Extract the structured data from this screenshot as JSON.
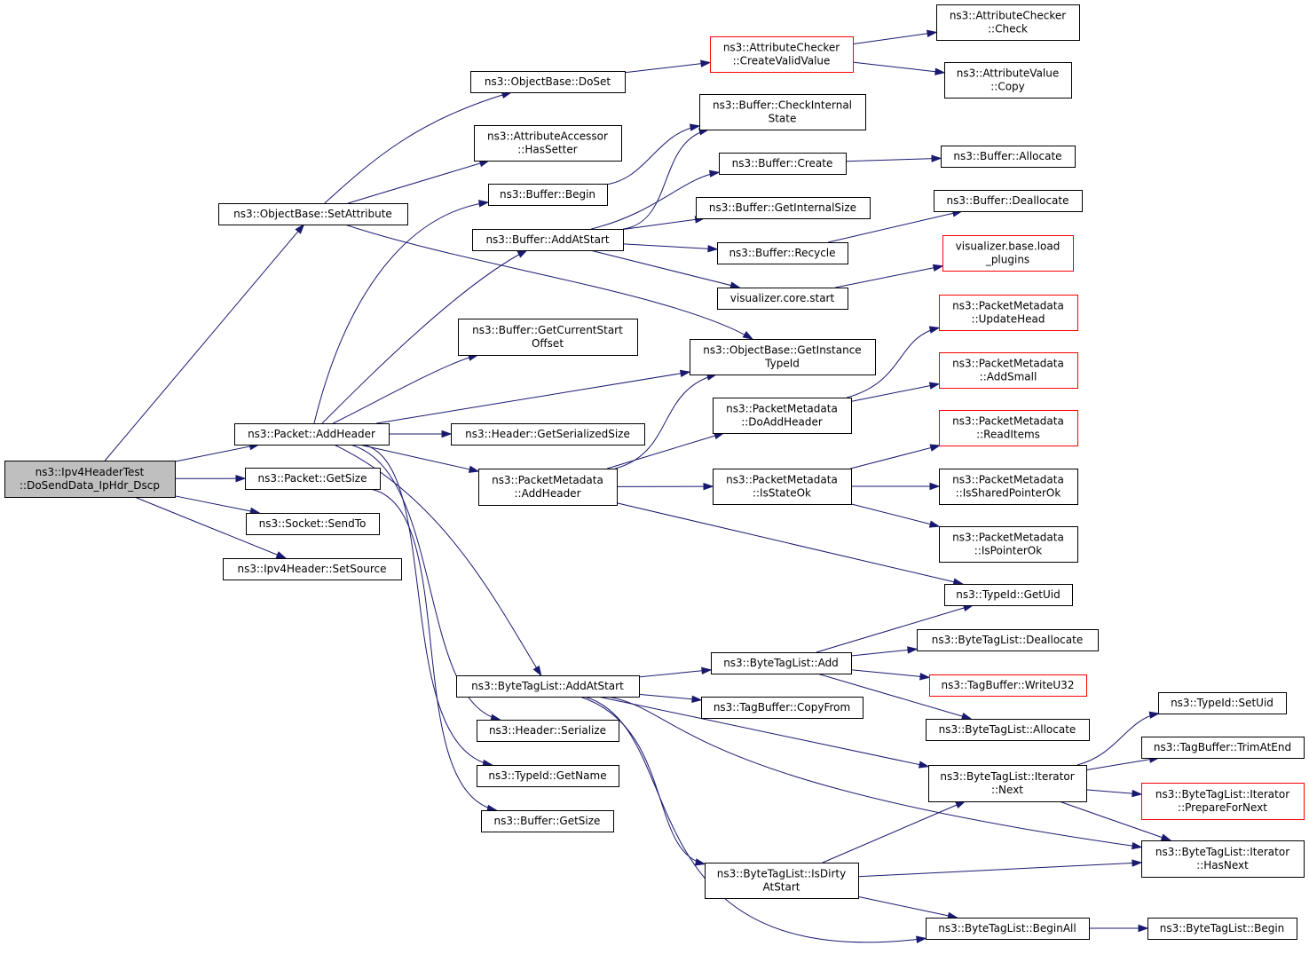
{
  "colors": {
    "edge": "#191970",
    "box_border": "#000000",
    "box_border_incomplete": "#ff0000",
    "root_fill": "#bfbfbf",
    "background": "#ffffff"
  },
  "nodes": {
    "root": {
      "lines": [
        "ns3::Ipv4HeaderTest",
        "::DoSendData_IpHdr_Dscp"
      ],
      "style": "root"
    },
    "ob_setattr": {
      "lines": [
        "ns3::ObjectBase::SetAttribute"
      ]
    },
    "pkt_addhdr": {
      "lines": [
        "ns3::Packet::AddHeader"
      ]
    },
    "pkt_getsize": {
      "lines": [
        "ns3::Packet::GetSize"
      ]
    },
    "sock_sendto": {
      "lines": [
        "ns3::Socket::SendTo"
      ]
    },
    "ipv4_setsrc": {
      "lines": [
        "ns3::Ipv4Header::SetSource"
      ]
    },
    "ob_doset": {
      "lines": [
        "ns3::ObjectBase::DoSet"
      ]
    },
    "aa_hassetter": {
      "lines": [
        "ns3::AttributeAccessor",
        "::HasSetter"
      ]
    },
    "buf_begin": {
      "lines": [
        "ns3::Buffer::Begin"
      ]
    },
    "buf_addatstart": {
      "lines": [
        "ns3::Buffer::AddAtStart"
      ]
    },
    "buf_getcurstart": {
      "lines": [
        "ns3::Buffer::GetCurrentStart",
        "Offset"
      ]
    },
    "hdr_getsersize": {
      "lines": [
        "ns3::Header::GetSerializedSize"
      ]
    },
    "pm_addheader": {
      "lines": [
        "ns3::PacketMetadata",
        "::AddHeader"
      ]
    },
    "btl_addatstart": {
      "lines": [
        "ns3::ByteTagList::AddAtStart"
      ]
    },
    "hdr_serialize": {
      "lines": [
        "ns3::Header::Serialize"
      ]
    },
    "tid_getname": {
      "lines": [
        "ns3::TypeId::GetName"
      ]
    },
    "buf_getsize": {
      "lines": [
        "ns3::Buffer::GetSize"
      ]
    },
    "ac_createvalid": {
      "lines": [
        "ns3::AttributeChecker",
        "::CreateValidValue"
      ],
      "style": "red"
    },
    "buf_checkinternal": {
      "lines": [
        "ns3::Buffer::CheckInternal",
        "State"
      ]
    },
    "buf_create": {
      "lines": [
        "ns3::Buffer::Create"
      ]
    },
    "buf_getinternalsize": {
      "lines": [
        "ns3::Buffer::GetInternalSize"
      ]
    },
    "buf_recycle": {
      "lines": [
        "ns3::Buffer::Recycle"
      ]
    },
    "vis_corestart": {
      "lines": [
        "visualizer.core.start"
      ]
    },
    "ob_getinstancetid": {
      "lines": [
        "ns3::ObjectBase::GetInstance",
        "TypeId"
      ]
    },
    "pm_doaddheader": {
      "lines": [
        "ns3::PacketMetadata",
        "::DoAddHeader"
      ]
    },
    "pm_isstateok": {
      "lines": [
        "ns3::PacketMetadata",
        "::IsStateOk"
      ]
    },
    "btl_add": {
      "lines": [
        "ns3::ByteTagList::Add"
      ]
    },
    "tb_copyfrom": {
      "lines": [
        "ns3::TagBuffer::CopyFrom"
      ]
    },
    "btl_isdirty": {
      "lines": [
        "ns3::ByteTagList::IsDirty",
        "AtStart"
      ]
    },
    "ac_check": {
      "lines": [
        "ns3::AttributeChecker",
        "::Check"
      ]
    },
    "av_copy": {
      "lines": [
        "ns3::AttributeValue",
        "::Copy"
      ]
    },
    "buf_allocate": {
      "lines": [
        "ns3::Buffer::Allocate"
      ]
    },
    "buf_deallocate": {
      "lines": [
        "ns3::Buffer::Deallocate"
      ]
    },
    "vis_loadplugins": {
      "lines": [
        "visualizer.base.load",
        "_plugins"
      ],
      "style": "red"
    },
    "pm_updatehead": {
      "lines": [
        "ns3::PacketMetadata",
        "::UpdateHead"
      ],
      "style": "red"
    },
    "pm_addsmall": {
      "lines": [
        "ns3::PacketMetadata",
        "::AddSmall"
      ],
      "style": "red"
    },
    "pm_readitems": {
      "lines": [
        "ns3::PacketMetadata",
        "::ReadItems"
      ],
      "style": "red"
    },
    "pm_issharedptrok": {
      "lines": [
        "ns3::PacketMetadata",
        "::IsSharedPointerOk"
      ]
    },
    "pm_isptrok": {
      "lines": [
        "ns3::PacketMetadata",
        "::IsPointerOk"
      ]
    },
    "tid_getuid": {
      "lines": [
        "ns3::TypeId::GetUid"
      ]
    },
    "btl_dealloc": {
      "lines": [
        "ns3::ByteTagList::Deallocate"
      ]
    },
    "tb_writeu32": {
      "lines": [
        "ns3::TagBuffer::WriteU32"
      ],
      "style": "red"
    },
    "btl_allocate": {
      "lines": [
        "ns3::ByteTagList::Allocate"
      ]
    },
    "btl_it_next": {
      "lines": [
        "ns3::ByteTagList::Iterator",
        "::Next"
      ]
    },
    "btl_beginall": {
      "lines": [
        "ns3::ByteTagList::BeginAll"
      ]
    },
    "tid_setuid": {
      "lines": [
        "ns3::TypeId::SetUid"
      ]
    },
    "tb_trimatend": {
      "lines": [
        "ns3::TagBuffer::TrimAtEnd"
      ]
    },
    "btl_it_prepnext": {
      "lines": [
        "ns3::ByteTagList::Iterator",
        "::PrepareForNext"
      ],
      "style": "red"
    },
    "btl_it_hasnext": {
      "lines": [
        "ns3::ByteTagList::Iterator",
        "::HasNext"
      ]
    },
    "btl_begin": {
      "lines": [
        "ns3::ByteTagList::Begin"
      ]
    }
  },
  "edges": [
    [
      "root",
      "ob_setattr"
    ],
    [
      "root",
      "pkt_addhdr"
    ],
    [
      "root",
      "pkt_getsize"
    ],
    [
      "root",
      "sock_sendto"
    ],
    [
      "root",
      "ipv4_setsrc"
    ],
    [
      "ob_setattr",
      "ob_doset"
    ],
    [
      "ob_setattr",
      "aa_hassetter"
    ],
    [
      "ob_setattr",
      "ob_getinstancetid"
    ],
    [
      "pkt_addhdr",
      "buf_begin"
    ],
    [
      "pkt_addhdr",
      "buf_addatstart"
    ],
    [
      "pkt_addhdr",
      "buf_getcurstart"
    ],
    [
      "pkt_addhdr",
      "ob_getinstancetid"
    ],
    [
      "pkt_addhdr",
      "hdr_getsersize"
    ],
    [
      "pkt_addhdr",
      "pm_addheader"
    ],
    [
      "pkt_addhdr",
      "btl_addatstart"
    ],
    [
      "pkt_addhdr",
      "hdr_serialize"
    ],
    [
      "pkt_addhdr",
      "tid_getname"
    ],
    [
      "pkt_getsize",
      "buf_getsize"
    ],
    [
      "ob_doset",
      "ac_createvalid"
    ],
    [
      "ac_createvalid",
      "ac_check"
    ],
    [
      "ac_createvalid",
      "av_copy"
    ],
    [
      "buf_begin",
      "buf_checkinternal"
    ],
    [
      "buf_addatstart",
      "buf_checkinternal"
    ],
    [
      "buf_addatstart",
      "buf_create"
    ],
    [
      "buf_addatstart",
      "buf_getinternalsize"
    ],
    [
      "buf_addatstart",
      "buf_recycle"
    ],
    [
      "buf_addatstart",
      "vis_corestart"
    ],
    [
      "buf_create",
      "buf_allocate"
    ],
    [
      "buf_recycle",
      "buf_deallocate"
    ],
    [
      "vis_corestart",
      "vis_loadplugins"
    ],
    [
      "pm_addheader",
      "ob_getinstancetid"
    ],
    [
      "pm_addheader",
      "pm_doaddheader"
    ],
    [
      "pm_addheader",
      "pm_isstateok"
    ],
    [
      "pm_addheader",
      "tid_getuid"
    ],
    [
      "pm_doaddheader",
      "pm_updatehead"
    ],
    [
      "pm_doaddheader",
      "pm_addsmall"
    ],
    [
      "pm_isstateok",
      "pm_readitems"
    ],
    [
      "pm_isstateok",
      "pm_issharedptrok"
    ],
    [
      "pm_isstateok",
      "pm_isptrok"
    ],
    [
      "btl_addatstart",
      "btl_add"
    ],
    [
      "btl_addatstart",
      "tb_copyfrom"
    ],
    [
      "btl_addatstart",
      "btl_it_next"
    ],
    [
      "btl_addatstart",
      "btl_isdirty"
    ],
    [
      "btl_addatstart",
      "btl_it_hasnext"
    ],
    [
      "btl_addatstart",
      "btl_beginall"
    ],
    [
      "btl_add",
      "tid_getuid"
    ],
    [
      "btl_add",
      "btl_dealloc"
    ],
    [
      "btl_add",
      "tb_writeu32"
    ],
    [
      "btl_add",
      "btl_allocate"
    ],
    [
      "btl_isdirty",
      "btl_it_next"
    ],
    [
      "btl_isdirty",
      "btl_it_hasnext"
    ],
    [
      "btl_isdirty",
      "btl_beginall"
    ],
    [
      "btl_it_next",
      "tid_setuid"
    ],
    [
      "btl_it_next",
      "tb_trimatend"
    ],
    [
      "btl_it_next",
      "btl_it_prepnext"
    ],
    [
      "btl_it_next",
      "btl_it_hasnext"
    ],
    [
      "btl_beginall",
      "btl_begin"
    ]
  ]
}
